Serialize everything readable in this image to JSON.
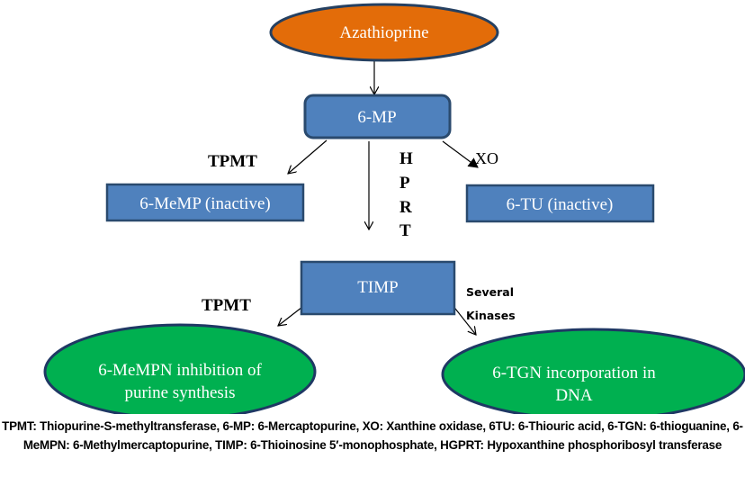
{
  "nodes": {
    "azathioprine": "Azathioprine",
    "mp": "6-MP",
    "memp": "6-MeMP (inactive)",
    "tu": "6-TU (inactive)",
    "timp": "TIMP",
    "mempn_line1": "6-MeMPN inhibition of",
    "mempn_line2": "purine synthesis",
    "tgn_line1": "6-TGN incorporation in",
    "tgn_line2": "DNA"
  },
  "enzymes": {
    "tpmt_top": "TPMT",
    "tpmt_bottom": "TPMT",
    "xo": "XO",
    "hprt": [
      "H",
      "P",
      "R",
      "T"
    ],
    "kinases_line1": "Several",
    "kinases_line2": "Kinases"
  },
  "footer": "TPMT: Thiopurine-S-methyltransferase, 6-MP: 6-Mercaptopurine, XO: Xanthine oxidase, 6TU: 6-Thiouric acid, 6-TGN: 6-thioguanine, 6-MeMPN: 6-Methylmercaptopurine, TIMP: 6-Thioinosine 5′-monophosphate, HGPRT: Hypoxanthine phosphoribosyl transferase",
  "colors": {
    "orange": "#E36C09",
    "blue": "#4F81BD",
    "green": "#00B050",
    "stroke": "#254061"
  }
}
